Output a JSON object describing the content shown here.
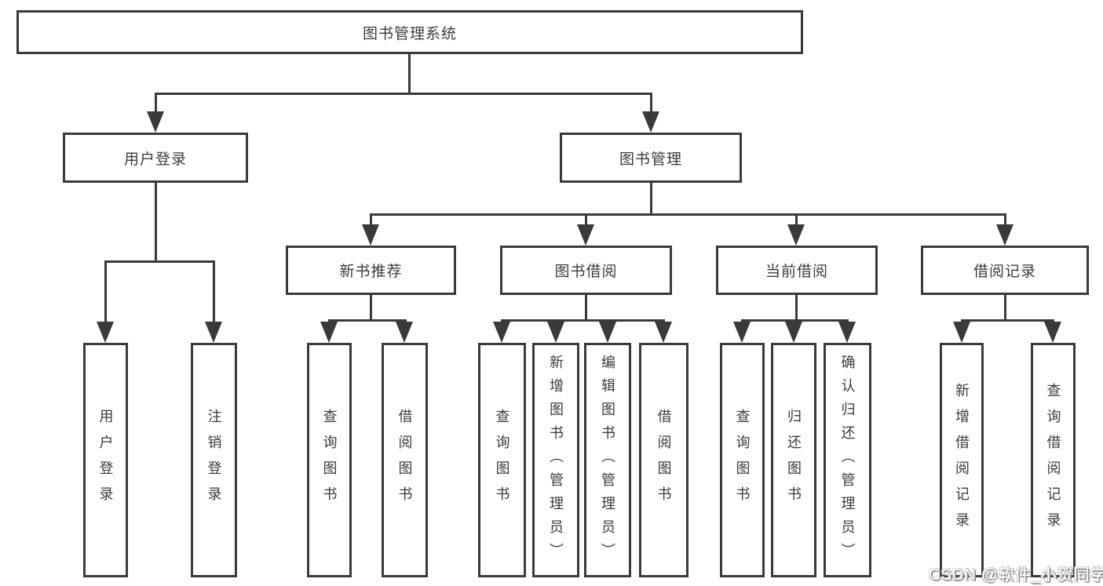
{
  "diagram": {
    "root": {
      "label": "图书管理系统"
    },
    "level2": [
      {
        "label": "用户登录"
      },
      {
        "label": "图书管理"
      }
    ],
    "level3": [
      {
        "label": "新书推荐"
      },
      {
        "label": "图书借阅"
      },
      {
        "label": "当前借阅"
      },
      {
        "label": "借阅记录"
      }
    ],
    "leaves": {
      "user_login": [
        "用户登录",
        "注销登录"
      ],
      "new_books": [
        "查询图书",
        "借阅图书"
      ],
      "book_borrow": [
        "查询图书",
        "新增图书（管理员）",
        "编辑图书（管理员）",
        "借阅图书"
      ],
      "current_borrow": [
        "查询图书",
        "归还图书",
        "确认归还（管理员）"
      ],
      "borrow_records": [
        "新增借阅记录",
        "查询借阅记录"
      ]
    }
  },
  "watermark": {
    "text": "CSDN @软件_小贺同学"
  }
}
